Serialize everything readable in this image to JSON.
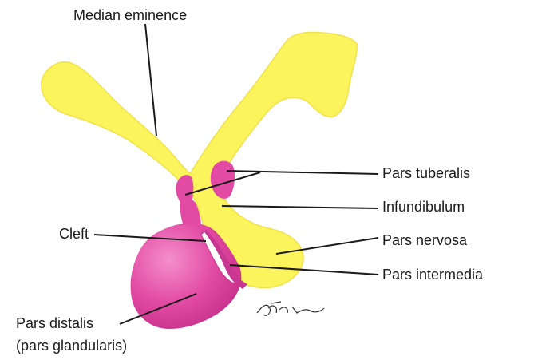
{
  "labels": {
    "median_eminence": "Median eminence",
    "pars_tuberalis": "Pars tuberalis",
    "infundibulum": "Infundibulum",
    "pars_nervosa": "Pars nervosa",
    "pars_intermedia": "Pars intermedia",
    "cleft": "Cleft",
    "pars_distalis": "Pars distalis",
    "pars_glandularis": "(pars glandularis)"
  },
  "colors": {
    "neural_tissue": "#fbf45c",
    "neural_outline": "#e8dc3a",
    "glandular_tissue": "#e24aa3",
    "glandular_highlight": "#f27fc4",
    "glandular_dark": "#c02a82",
    "leader_line": "#1a1a1a"
  }
}
